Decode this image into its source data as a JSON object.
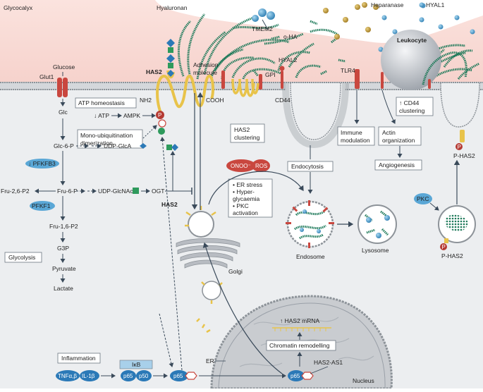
{
  "labels": {
    "glycocalyx": "Glycocalyx",
    "hyaluronan": "Hyaluronan",
    "heparanase": "Heparanase",
    "hyal1": "HYAL1",
    "tmem2": "TMEM2",
    "o_ha": "o-HA",
    "hyal2": "HYAL2",
    "gpi": "GPI",
    "cd44": "CD44",
    "leukocyte": "Leukocyte",
    "tlr4": "TLR4",
    "glucose": "Glucose",
    "glut1": "Glut1",
    "glc": "Glc",
    "has2_top": "HAS2",
    "nh2": "NH2",
    "cooh": "COOH",
    "adhesion_1": "Adhesion",
    "adhesion_2": "molecule",
    "atp_homeostasis": "ATP homeostasis",
    "atp": "↓ ATP",
    "ampk": "AMPK",
    "p": "P",
    "mono_ubiq_1": "Mono-ubiquitination",
    "mono_ubiq_2": "dimerization",
    "has2_clustering_1": "HAS2",
    "has2_clustering_2": "clustering",
    "cd44_clustering_1": "↑ CD44",
    "cd44_clustering_2": "clustering",
    "immune_1": "Immune",
    "immune_2": "modulation",
    "actin_1": "Actin",
    "actin_2": "organization",
    "angiogenesis": "Angiogenesis",
    "p_has2_right": "P-HAS2",
    "glc6p": "Glc-6-P",
    "udp_glca": "UDP-GlcA",
    "pfkfb3": "↓ PFKFB3",
    "fru26p2": "Fru-2,6-P2",
    "fru6p": "Fru-6-P",
    "udp_glcnac": "UDP-GlcNAc",
    "ogt": "OGT",
    "pfkf1": "PFKF1",
    "fru16p2": "Fru-1,6-P2",
    "g3p": "G3P",
    "glycolysis": "Glycolysis",
    "pyruvate": "Pyruvate",
    "lactate": "Lactate",
    "onoo": "ONOO⁻",
    "ros": "ROS",
    "endocytosis": "Endocytosis",
    "has2_mid": "HAS2",
    "stress_1": "• ER stress",
    "stress_2": "• Hyper-",
    "stress_3": "  glycaemia",
    "stress_4": "• PKC",
    "stress_5": "  activation",
    "endosome": "Endosome",
    "lysosome": "Lysosome",
    "pkc": "PKC",
    "p_has2_bottom": "P-HAS2",
    "golgi": "Golgi",
    "has2_mrna": "↑ HAS2 mRNA",
    "chromatin": "Chromatin remodelling",
    "er": "ER",
    "has2_as1": "HAS2-AS1",
    "nucleus": "Nucleus",
    "inflammation": "Inflammation",
    "tnfa": "TNFα,β",
    "il1b": "IL-1β",
    "ikb": "IκB",
    "p65": "p65",
    "p50": "p50"
  },
  "colors": {
    "glycocalyx_pink": "#f9ddd8",
    "cytoplasm_grey": "#eceef0",
    "membrane_grey": "#c9ccd0",
    "hyaluronan_green": "#1f7a5a",
    "has2_yellow": "#e8c34a",
    "protein_blue": "#5aa7d6",
    "receptor_red": "#c9473f",
    "ros_red": "#c9473f",
    "nucleus_grey": "#c9ccd0"
  }
}
